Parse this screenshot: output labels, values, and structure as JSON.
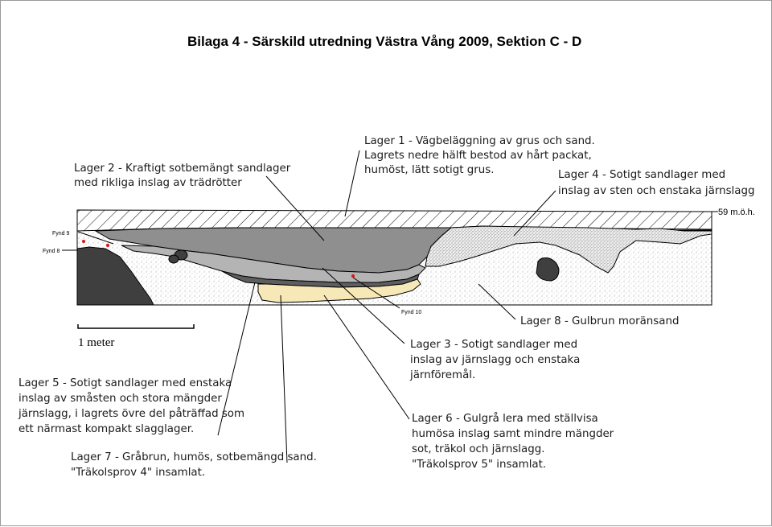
{
  "title": "Bilaga 4 - Särskild utredning Västra Vång 2009, Sektion C - D",
  "labels": {
    "lager1": [
      "Lager 1 - Vägbeläggning av grus och sand.",
      "Lagrets nedre hälft bestod av hårt packat,",
      "humöst, lätt sotigt grus."
    ],
    "lager2": [
      "Lager 2 - Kraftigt sotbemängt sandlager",
      "med rikliga inslag av trädrötter"
    ],
    "lager4": [
      "Lager 4 - Sotigt sandlager med",
      "inslag av sten och enstaka järnslagg"
    ],
    "lager8": [
      "Lager 8 - Gulbrun moränsand"
    ],
    "lager3": [
      "Lager 3 - Sotigt sandlager med",
      "inslag av järnslagg och enstaka",
      "järnföremål."
    ],
    "lager6": [
      "Lager 6 - Gulgrå lera med ställvisa",
      "humösa inslag samt mindre mängder",
      "sot, träkol och järnslagg.",
      "\"Träkolsprov 5\" insamlat."
    ],
    "lager5": [
      "Lager 5 - Sotigt sandlager med enstaka",
      "inslag av småsten och stora mängder",
      "järnslagg, i lagrets övre del påträffad som",
      "ett närmast kompakt slagglager."
    ],
    "lager7": [
      "Lager 7 - Gråbrun, humös, sotbemängd sand.",
      "\"Träkolsprov 4\" insamlat."
    ]
  },
  "finds": {
    "fynd9": "Fynd 9",
    "fynd8": "Fynd 8",
    "fynd10": "Fynd 10"
  },
  "elevation": "59 m.ö.h.",
  "scale_label": "1 meter",
  "colors": {
    "lager2": "#8f8f8f",
    "lager5": "#b4b4b4",
    "lager7": "#5e5e5e",
    "lager6": "#f7e8b8",
    "stone": "#3f3f3f",
    "find_dot": "#e01010"
  }
}
